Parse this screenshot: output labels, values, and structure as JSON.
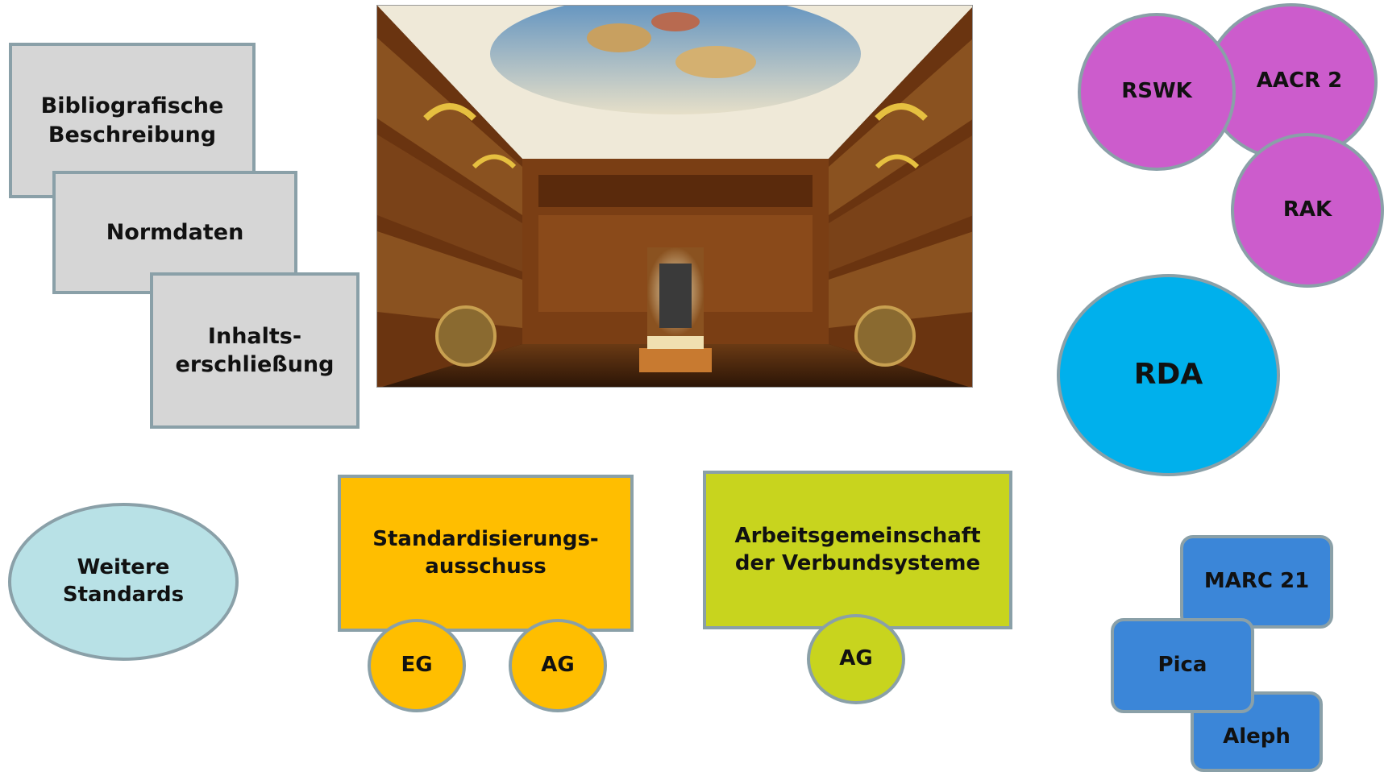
{
  "boxes": {
    "bibliografische": "Bibliografische\nBeschreibung",
    "normdaten": "Normdaten",
    "inhaltserschliessung": "Inhalts-\nerschließung"
  },
  "circles": {
    "aacr2": "AACR 2",
    "rswk": "RSWK",
    "rak": "RAK",
    "rda": "RDA",
    "weitere_standards": "Weitere\nStandards"
  },
  "organizations": {
    "standardisierungsausschuss": "Standardisierungs-\nausschuss",
    "eg": "EG",
    "ag_sta": "AG",
    "arbeitsgemeinschaft": "Arbeitsgemeinschaft\nder Verbundsysteme",
    "ag_verbund": "AG"
  },
  "formats": {
    "marc21": "MARC 21",
    "pica": "Pica",
    "aleph": "Aleph"
  },
  "colors": {
    "gray_box": "#d6d6d6",
    "border": "#8aa0a8",
    "magenta": "#cc5ccc",
    "rda_blue": "#00b0ec",
    "light_teal": "#b8e1e6",
    "orange": "#ffbe00",
    "lime": "#c8d41e",
    "format_blue": "#3b86d8"
  },
  "image": {
    "description_icon": "baroque-library-photo"
  }
}
